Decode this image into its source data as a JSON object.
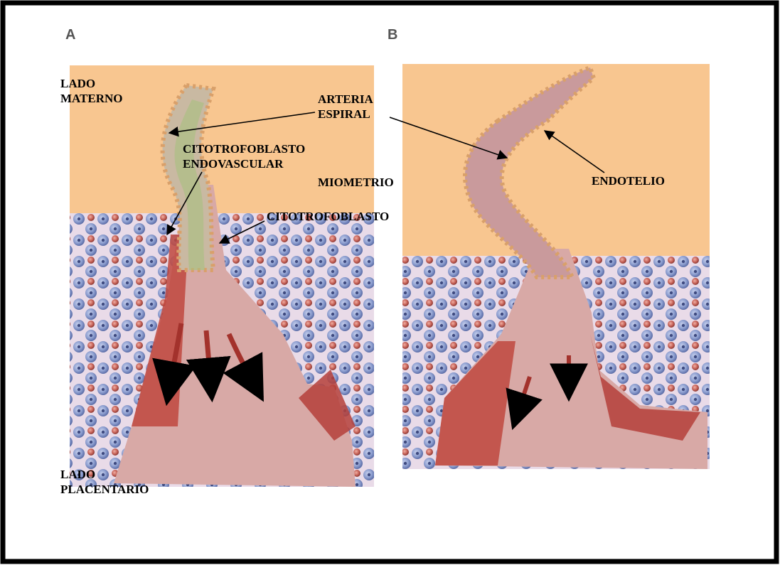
{
  "panels": {
    "a": {
      "letter": "A"
    },
    "b": {
      "letter": "B"
    }
  },
  "labels": {
    "lado_materno": [
      "LADO",
      "MATERNO"
    ],
    "arteria_espiral": [
      "ARTERIA",
      "ESPIRAL"
    ],
    "citotrofoblasto_endovascular": [
      "CITOTROFOBLASTO",
      "ENDOVASCULAR"
    ],
    "miometrio": "MIOMETRIO",
    "citotrofoblasto": "CITOTROFOBLASTO",
    "endotelio": "ENDOTELIO",
    "lado_placentario": [
      "LADO",
      "PLACENTARIO"
    ]
  },
  "colors": {
    "myometrium": "#f8c690",
    "decidua_bg": "#e8d8ea",
    "cell_blue": "#8e9fd0",
    "cell_red": "#c8645a",
    "vessel_lumen": "#c99a9c",
    "vessel_wall": "#c0483e",
    "frame": "#000000"
  }
}
